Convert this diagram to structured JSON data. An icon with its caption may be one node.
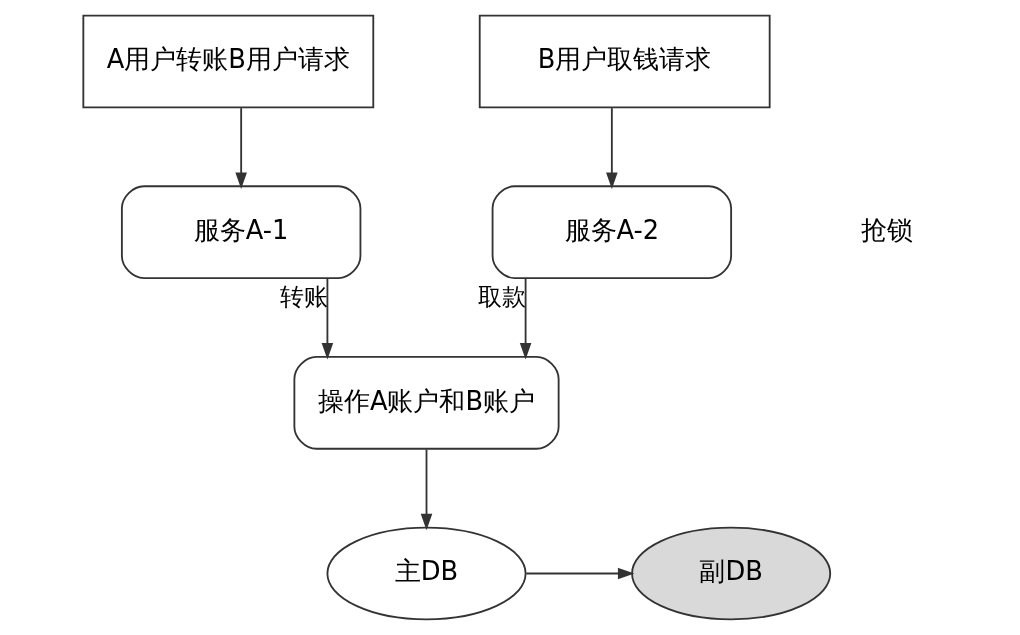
{
  "diagram": {
    "nodes": [
      {
        "text": [
          "A用户转账B用户请求"
        ]
      },
      {
        "text": [
          "B用户取钱请求"
        ]
      },
      {
        "text": [
          "服务A-1"
        ]
      },
      {
        "text": [
          "服务A-2"
        ]
      },
      {
        "text": [
          "操作A账户和B账户"
        ]
      },
      {
        "text": [
          "主DB"
        ]
      },
      {
        "text": [
          "副DB"
        ]
      }
    ],
    "edges": [
      {
        "from": 0,
        "to": 2,
        "arrow": "to"
      },
      {
        "from": 1,
        "to": 3,
        "arrow": "to"
      },
      {
        "from": 2,
        "to": 4,
        "arrow": "to",
        "label": "转账"
      },
      {
        "from": 3,
        "to": 4,
        "arrow": "to",
        "label": "取款"
      },
      {
        "from": 4,
        "to": 5,
        "arrow": "to"
      },
      {
        "from": 5,
        "to": 6,
        "arrow": "to"
      }
    ],
    "labels": [
      "抢锁"
    ]
  }
}
